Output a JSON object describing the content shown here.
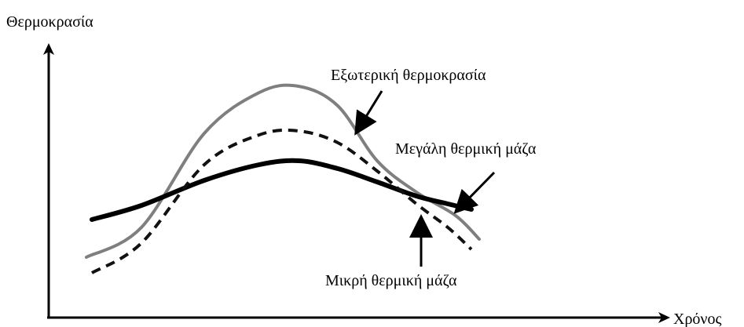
{
  "chart_data": {
    "type": "line",
    "ylabel": "Θερμοκρασία",
    "xlabel": "Χρόνος",
    "colors": {
      "external": "#7f7f7f",
      "small_mass": "#111111",
      "large_mass": "#000000",
      "axis": "#000000"
    },
    "series": [
      {
        "name": "Εξωτερική θερμοκρασία",
        "style": "solid-gray",
        "points": [
          [
            110,
            328
          ],
          [
            180,
            290
          ],
          [
            260,
            170
          ],
          [
            330,
            118
          ],
          [
            380,
            110
          ],
          [
            430,
            135
          ],
          [
            480,
            205
          ],
          [
            530,
            245
          ],
          [
            580,
            275
          ],
          [
            610,
            305
          ]
        ]
      },
      {
        "name": "Μεγάλη θερμική μάζα",
        "style": "thick-solid-black",
        "points": [
          [
            117,
            280
          ],
          [
            180,
            262
          ],
          [
            260,
            230
          ],
          [
            330,
            210
          ],
          [
            380,
            205
          ],
          [
            430,
            215
          ],
          [
            480,
            232
          ],
          [
            530,
            250
          ],
          [
            570,
            260
          ],
          [
            600,
            267
          ]
        ]
      },
      {
        "name": "Μικρή θερμική μάζα",
        "style": "dashed-black",
        "points": [
          [
            117,
            348
          ],
          [
            180,
            310
          ],
          [
            260,
            210
          ],
          [
            330,
            172
          ],
          [
            380,
            167
          ],
          [
            430,
            182
          ],
          [
            480,
            218
          ],
          [
            530,
            260
          ],
          [
            570,
            290
          ],
          [
            600,
            318
          ]
        ]
      }
    ],
    "annotations": [
      {
        "text": "Εξωτερική θερμοκρασία",
        "target_series": "Εξωτερική θερμοκρασία"
      },
      {
        "text": "Μεγάλη θερμική μάζα",
        "target_series": "Μεγάλη θερμική μάζα"
      },
      {
        "text": "Μικρή θερμική μάζα",
        "target_series": "Μικρή θερμική μάζα"
      }
    ],
    "grid": false,
    "legend": "none"
  }
}
